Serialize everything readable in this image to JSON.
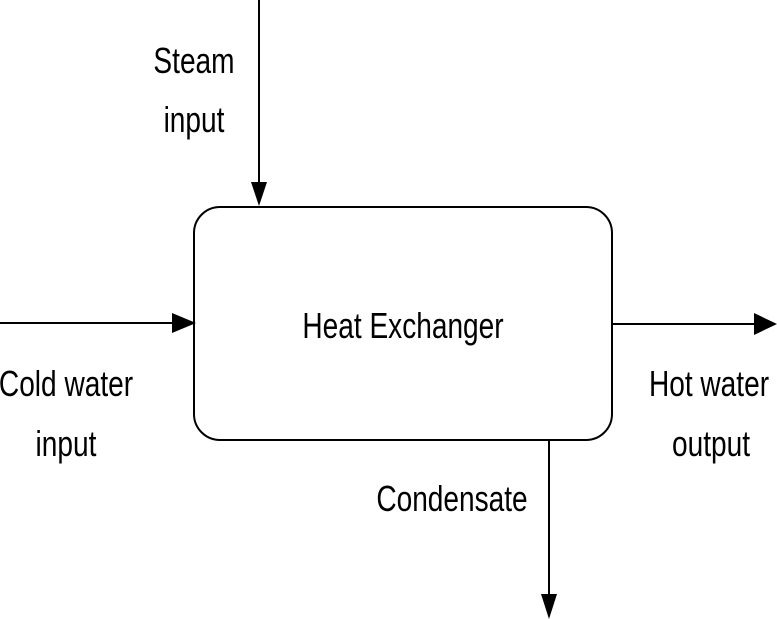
{
  "diagram": {
    "process": {
      "label": "Heat Exchanger"
    },
    "inputs": {
      "steam": {
        "line1": "Steam",
        "line2": "input"
      },
      "cold_water": {
        "line1": "Cold water",
        "line2": "input"
      }
    },
    "outputs": {
      "hot_water": {
        "line1": "Hot water",
        "line2": "output"
      },
      "condensate": {
        "label": "Condensate"
      }
    },
    "colors": {
      "stroke": "#000000",
      "background": "#ffffff"
    }
  }
}
